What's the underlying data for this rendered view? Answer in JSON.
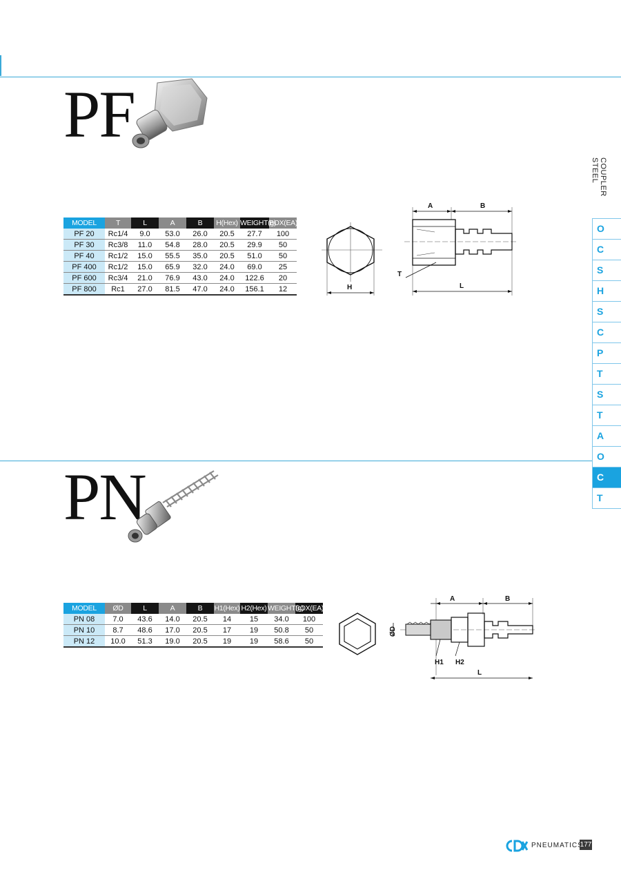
{
  "sections": {
    "pf": {
      "title": "PF",
      "headers": [
        "MODEL",
        "T",
        "L",
        "A",
        "B",
        "H(Hex)",
        "WEIGHT(g)",
        "BOX(EA)"
      ],
      "rows": [
        [
          "PF 20",
          "Rc1/4",
          "9.0",
          "53.0",
          "26.0",
          "20.5",
          "27.7",
          "100"
        ],
        [
          "PF 30",
          "Rc3/8",
          "11.0",
          "54.8",
          "28.0",
          "20.5",
          "29.9",
          "50"
        ],
        [
          "PF 40",
          "Rc1/2",
          "15.0",
          "55.5",
          "35.0",
          "20.5",
          "51.0",
          "50"
        ],
        [
          "PF 400",
          "Rc1/2",
          "15.0",
          "65.9",
          "32.0",
          "24.0",
          "69.0",
          "25"
        ],
        [
          "PF 600",
          "Rc3/4",
          "21.0",
          "76.9",
          "43.0",
          "24.0",
          "122.6",
          "20"
        ],
        [
          "PF 800",
          "Rc1",
          "27.0",
          "81.5",
          "47.0",
          "24.0",
          "156.1",
          "12"
        ]
      ],
      "dim_labels": {
        "a": "A",
        "b": "B",
        "t": "T",
        "l": "L",
        "h": "H"
      }
    },
    "pn": {
      "title": "PN",
      "headers": [
        "MODEL",
        "ØD",
        "L",
        "A",
        "B",
        "H1(Hex)",
        "H2(Hex)",
        "WEIGHT(g)",
        "BOX(EA)"
      ],
      "rows": [
        [
          "PN 08",
          "7.0",
          "43.6",
          "14.0",
          "20.5",
          "14",
          "15",
          "34.0",
          "100"
        ],
        [
          "PN 10",
          "8.7",
          "48.6",
          "17.0",
          "20.5",
          "17",
          "19",
          "50.8",
          "50"
        ],
        [
          "PN 12",
          "10.0",
          "51.3",
          "19.0",
          "20.5",
          "19",
          "19",
          "58.6",
          "50"
        ]
      ],
      "dim_labels": {
        "a": "A",
        "b": "B",
        "d": "ØD",
        "h1": "H1",
        "h2": "H2",
        "l": "L"
      }
    }
  },
  "side": {
    "label": "COUPLER  STEEL",
    "items": [
      "O",
      "C",
      "S",
      "H",
      "S",
      "C",
      "P",
      "T",
      "S",
      "T",
      "A",
      "O",
      "C",
      "T"
    ],
    "active_index": 12
  },
  "footer": {
    "brand": "PNEUMATICS",
    "page": "177"
  },
  "colors": {
    "accent": "#1aa3e0",
    "header_grey": "#8a8a8a",
    "header_black": "#151515",
    "model_cell": "#cbe9f7"
  }
}
